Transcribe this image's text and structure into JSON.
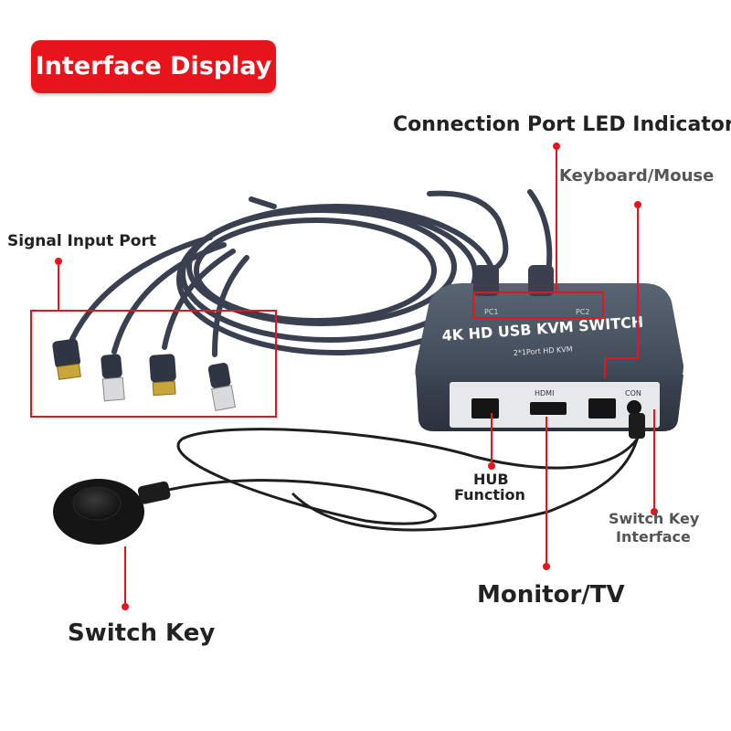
{
  "title": "Interface Display",
  "device": {
    "name": "4K HD USB KVM SWITCH",
    "subtitle": "2*1Port HD KVM",
    "led_labels": [
      "PC1",
      "PC2"
    ],
    "port_labels": {
      "hdmi": "HDMI",
      "con": "CON"
    }
  },
  "callouts": {
    "connection_led": "Connection Port LED Indicator",
    "keyboard_mouse": "Keyboard/Mouse",
    "signal_input": "Signal Input Port",
    "hub_line1": "HUB",
    "hub_line2": "Function",
    "switch_key_interface_line1": "Switch Key",
    "switch_key_interface_line2": "Interface",
    "monitor_tv": "Monitor/TV",
    "switch_key": "Switch Key"
  },
  "colors": {
    "accent": "#e8141c",
    "device_body": "#4a5563",
    "cable": "#3a4050"
  }
}
